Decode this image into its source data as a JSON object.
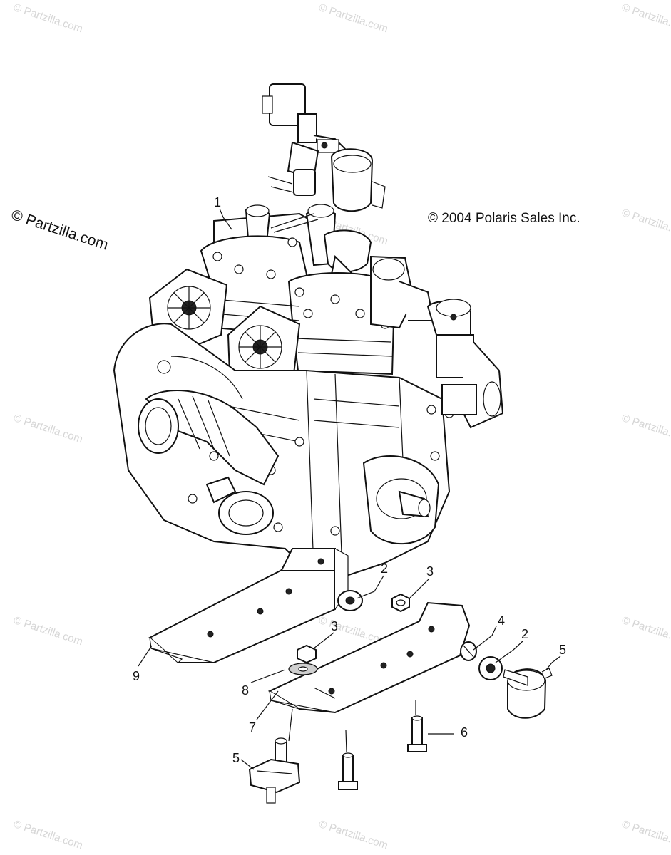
{
  "watermark": "© Partzilla.com",
  "copyright": "© 2004 Polaris Sales Inc.",
  "callouts": {
    "c1": "1",
    "c2a": "2",
    "c2b": "2",
    "c3a": "3",
    "c3b": "3",
    "c4": "4",
    "c5a": "5",
    "c5b": "5",
    "c6": "6",
    "c7": "7",
    "c8": "8",
    "c9": "9"
  }
}
